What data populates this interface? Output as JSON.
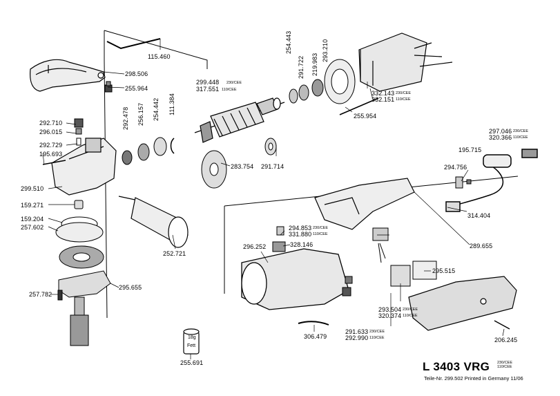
{
  "model": "L 3403 VRG",
  "model_voltages": [
    "230/CEE",
    "110/CEE"
  ],
  "footer": "Teile-Nr. 299.502 Printed in Germany 11/06",
  "grease": {
    "amount": "18g",
    "name": "Fett"
  },
  "parts": {
    "p115460": "115.460",
    "p298506": "298.506",
    "p255964": "255.964",
    "p299448": "299.448",
    "p299448_v": "230/CEE",
    "p317551": "317.551",
    "p317551_v": "110/CEE",
    "p254443": "254.443",
    "p291722": "291.722",
    "p219983": "219.983",
    "p293210": "293.210",
    "p332143": "332.143",
    "p332143_v": "230/CEE",
    "p332151": "332.151",
    "p332151_v": "110/CEE",
    "p292478": "292.478",
    "p256157": "256.157",
    "p254442": "254.442",
    "p111384": "111.384",
    "p292710": "292.710",
    "p296015": "296.015",
    "p292729": "292.729",
    "p195693": "195.693",
    "p299510": "299.510",
    "p255954": "255.954",
    "p297046": "297.046",
    "p297046_v": "230/CEE",
    "p320366": "320.366",
    "p320366_v": "110/CEE",
    "p195715": "195.715",
    "p294756": "294.756",
    "p283754": "283.754",
    "p291714": "291.714",
    "p314404": "314.404",
    "p159271": "159.271",
    "p159204": "159.204",
    "p257602": "257.602",
    "p294853": "294.853",
    "p294853_v": "230/CEE",
    "p331880": "331.880",
    "p331880_v": "110/CEE",
    "p289655": "289.655",
    "p296252": "296.252",
    "p328146": "328.146",
    "p295515": "295.515",
    "p252721": "252.721",
    "p257782": "257.782",
    "p295655": "295.655",
    "p293504": "293.504",
    "p293504_v": "230/CEE",
    "p320374": "320.374",
    "p320374_v": "110/CEE",
    "p306479": "306.479",
    "p291633": "291.633",
    "p291633_v": "230/CEE",
    "p292990": "292.990",
    "p292990_v": "110/CEE",
    "p206245": "206.245",
    "p255691": "255.691"
  }
}
